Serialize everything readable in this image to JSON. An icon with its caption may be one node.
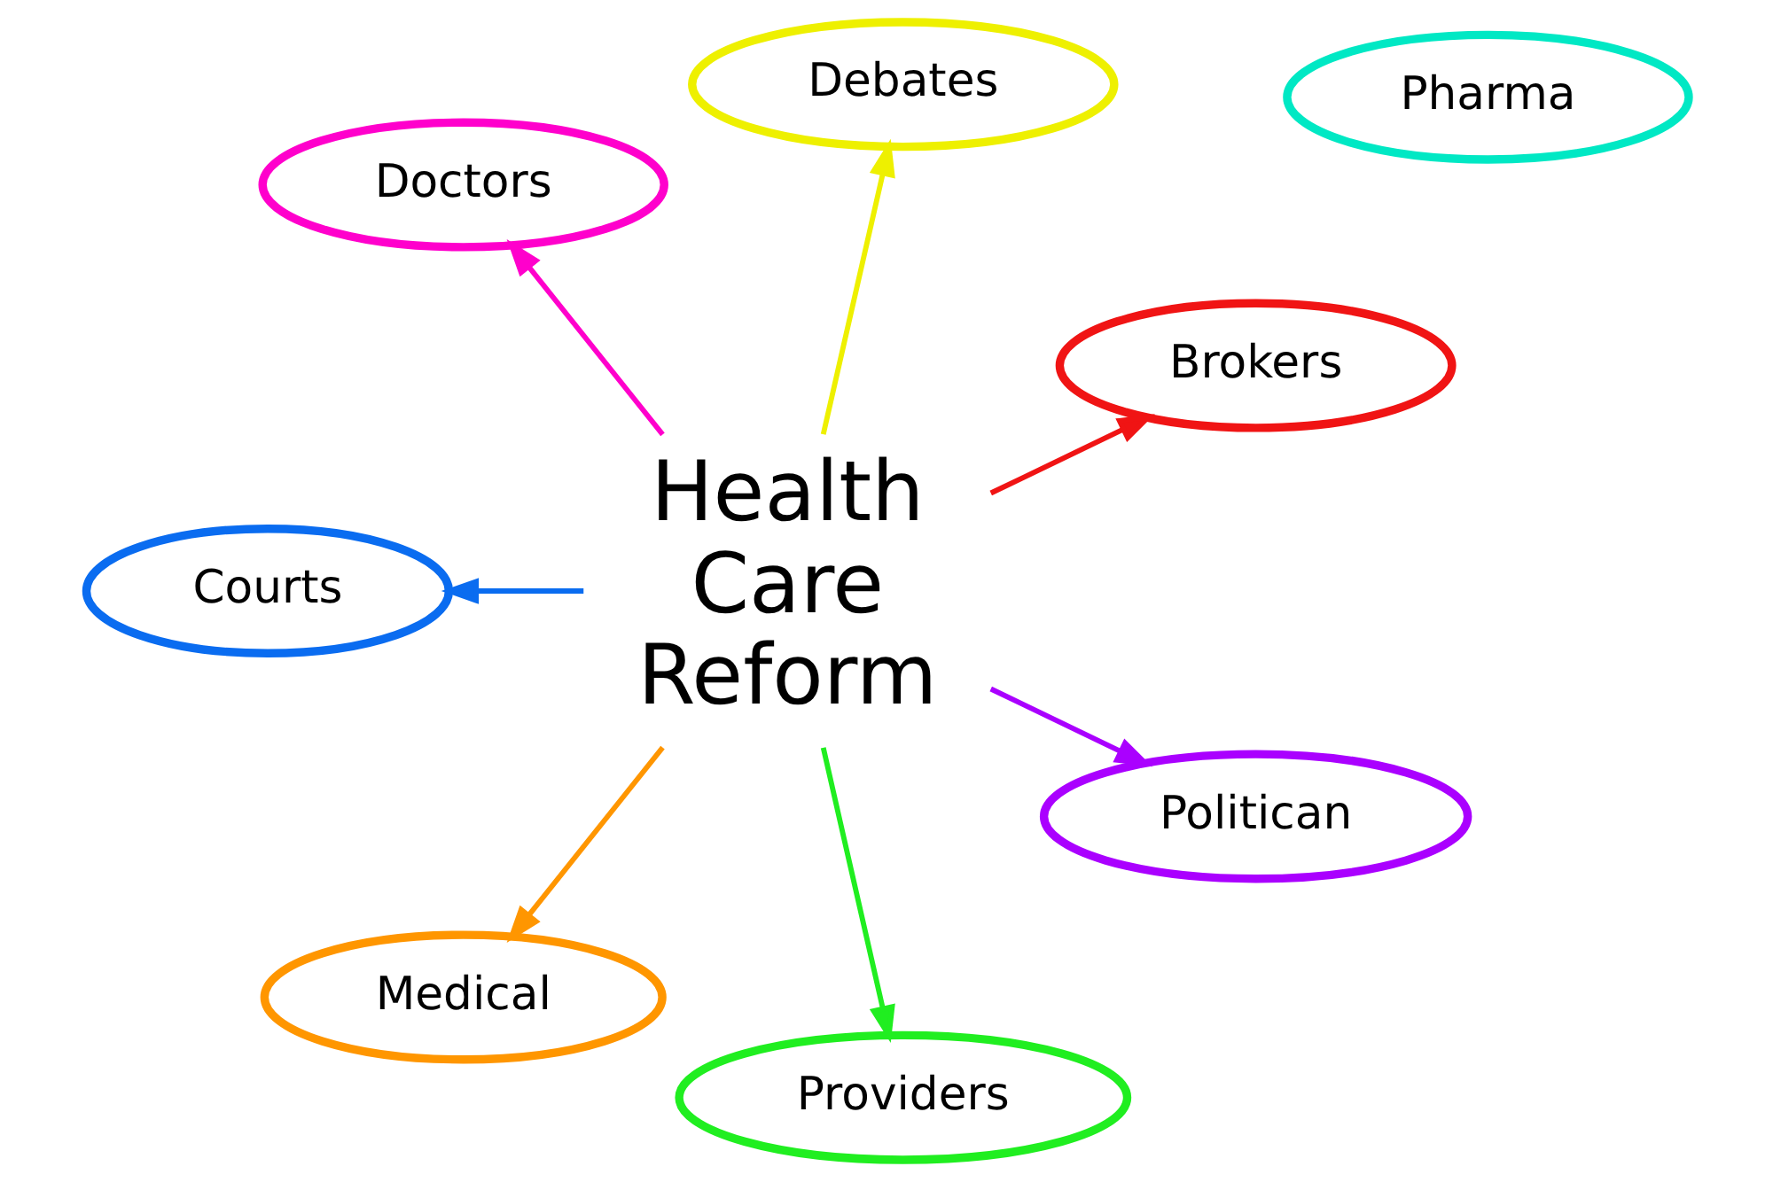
{
  "diagram": {
    "nodes": [
      {
        "text": [
          "Pharma"
        ]
      },
      {
        "text": [
          "Doctors"
        ]
      },
      {
        "text": [
          "Debates"
        ]
      },
      {
        "text": [
          "Health Care Reform"
        ]
      },
      {
        "text": [
          "Courts"
        ]
      },
      {
        "text": [
          "Brokers"
        ]
      },
      {
        "text": [
          "Medical"
        ]
      },
      {
        "text": [
          "Politican"
        ]
      },
      {
        "text": [
          "Providers"
        ]
      }
    ],
    "edges": [
      {
        "from": 3,
        "to": 1,
        "arrow": "to",
        "color": "#ff00cc"
      },
      {
        "from": 3,
        "to": 2,
        "arrow": "to",
        "color": "#eef000"
      },
      {
        "from": 3,
        "to": 4,
        "arrow": "to",
        "color": "#0a6cf0"
      },
      {
        "from": 3,
        "to": 5,
        "arrow": "to",
        "color": "#f01414"
      },
      {
        "from": 3,
        "to": 6,
        "arrow": "to",
        "color": "#ff9600"
      },
      {
        "from": 3,
        "to": 8,
        "arrow": "to",
        "color": "#20ee20"
      },
      {
        "from": 3,
        "to": 7,
        "arrow": "to",
        "color": "#aa00ff"
      }
    ]
  }
}
